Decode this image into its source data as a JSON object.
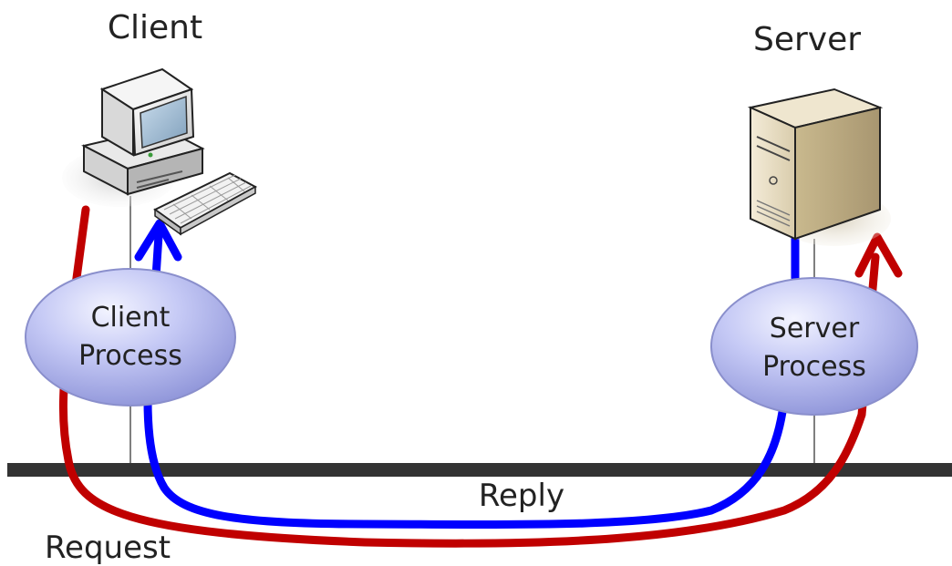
{
  "client": {
    "label": "Client",
    "process_line1": "Client",
    "process_line2": "Process"
  },
  "server": {
    "label": "Server",
    "process_line1": "Server",
    "process_line2": "Process"
  },
  "messages": {
    "reply": "Reply",
    "request": "Request"
  },
  "colors": {
    "request": "#c00000",
    "reply": "#0000ff",
    "network": "#333333"
  },
  "icons": {
    "client": "desktop-computer-icon",
    "server": "tower-server-icon"
  }
}
